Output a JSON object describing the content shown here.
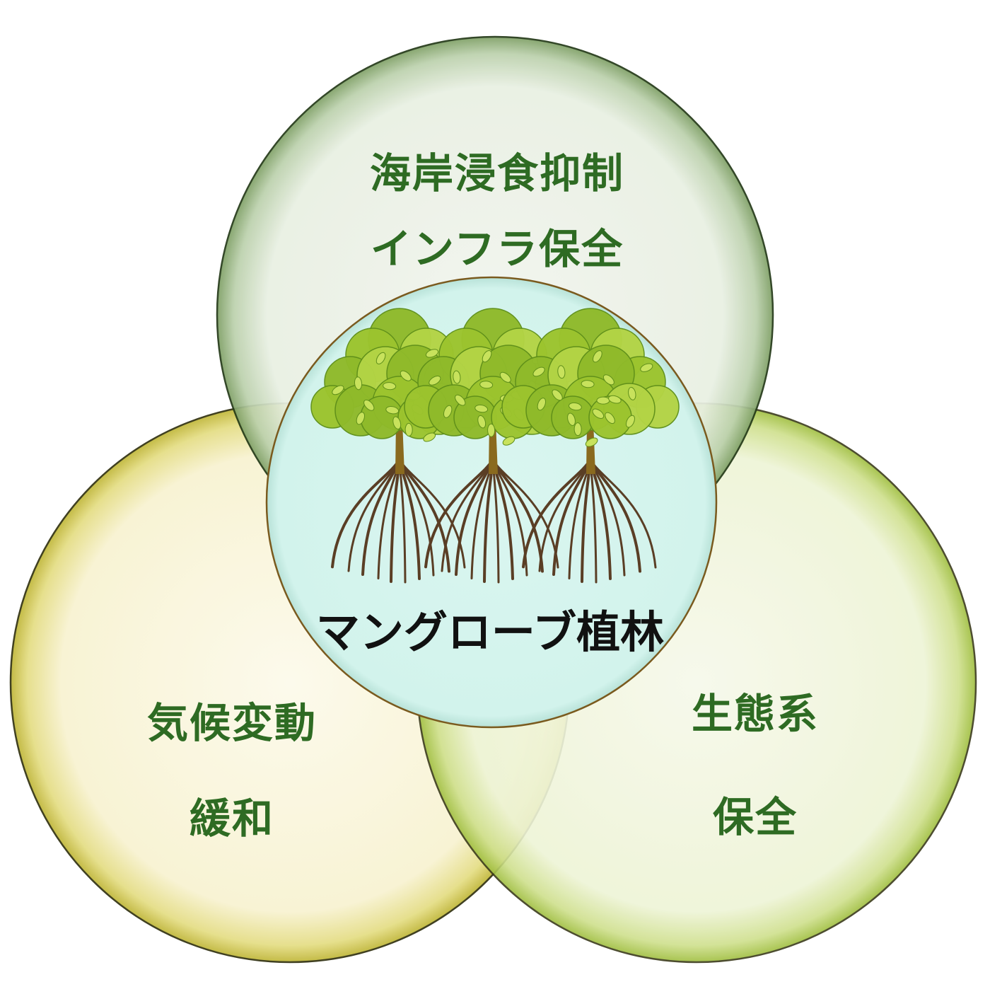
{
  "diagram": {
    "center": {
      "title": "マングローブ植林",
      "image_icon": "mangrove-trees-icon"
    },
    "circles": [
      {
        "id": "top",
        "lines": [
          "海岸浸食抑制",
          "インフラ保全"
        ]
      },
      {
        "id": "left",
        "lines": [
          "気候変動",
          "緩和"
        ]
      },
      {
        "id": "right",
        "lines": [
          "生態系",
          "保全"
        ]
      }
    ]
  },
  "colors": {
    "label_text": "#2e6b23",
    "top_fill": "#eef3ea",
    "left_fill": "#fbf8e4",
    "right_fill": "#f3f7e3",
    "center_fill": "#d6f5ef",
    "leaf": "#9cc42e",
    "trunk": "#8a6a1e",
    "root": "#5a3e25"
  }
}
